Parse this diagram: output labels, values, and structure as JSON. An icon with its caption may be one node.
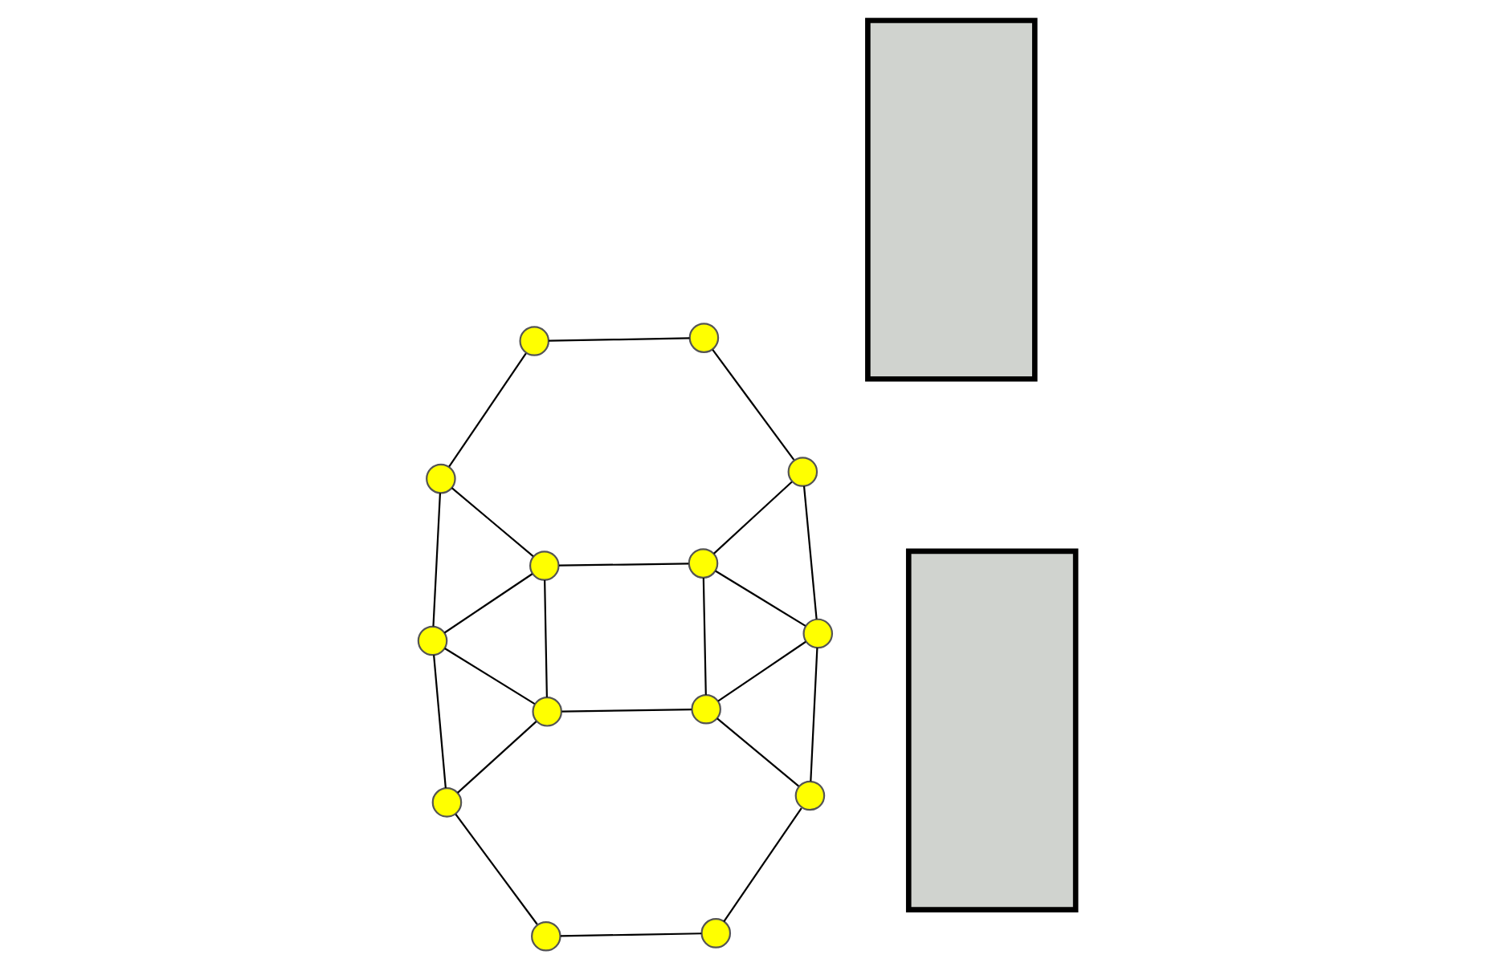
{
  "diagram": {
    "nodes": [
      {
        "text": [],
        "shape": "circle"
      },
      {
        "text": [],
        "shape": "circle"
      },
      {
        "text": [],
        "shape": "circle"
      },
      {
        "text": [],
        "shape": "circle"
      },
      {
        "text": [],
        "shape": "box"
      },
      {
        "text": [],
        "shape": "circle"
      },
      {
        "text": [],
        "shape": "circle"
      },
      {
        "text": [],
        "shape": "box"
      },
      {
        "text": [],
        "shape": "circle"
      },
      {
        "text": [],
        "shape": "circle"
      },
      {
        "text": [],
        "shape": "circle"
      },
      {
        "text": [],
        "shape": "circle"
      },
      {
        "text": [],
        "shape": "circle"
      },
      {
        "text": [],
        "shape": "circle"
      },
      {
        "text": [],
        "shape": "circle"
      },
      {
        "text": [],
        "shape": "circle"
      }
    ],
    "edges": [
      {
        "from": 0,
        "to": 1,
        "arrow": "none"
      },
      {
        "from": 1,
        "to": 2,
        "arrow": "none"
      },
      {
        "from": 0,
        "to": 3,
        "arrow": "none"
      },
      {
        "from": 0,
        "to": 5,
        "arrow": "none"
      },
      {
        "from": 1,
        "to": 5,
        "arrow": "none"
      },
      {
        "from": 1,
        "to": 6,
        "arrow": "none"
      },
      {
        "from": 2,
        "to": 6,
        "arrow": "none"
      },
      {
        "from": 2,
        "to": 8,
        "arrow": "none"
      },
      {
        "from": 3,
        "to": 9,
        "arrow": "none"
      },
      {
        "from": 5,
        "to": 6,
        "arrow": "none"
      },
      {
        "from": 5,
        "to": 10,
        "arrow": "none"
      },
      {
        "from": 6,
        "to": 11,
        "arrow": "none"
      },
      {
        "from": 8,
        "to": 12,
        "arrow": "none"
      },
      {
        "from": 10,
        "to": 11,
        "arrow": "none"
      },
      {
        "from": 9,
        "to": 13,
        "arrow": "none"
      },
      {
        "from": 10,
        "to": 13,
        "arrow": "none"
      },
      {
        "from": 10,
        "to": 14,
        "arrow": "none"
      },
      {
        "from": 11,
        "to": 14,
        "arrow": "none"
      },
      {
        "from": 11,
        "to": 15,
        "arrow": "none"
      },
      {
        "from": 12,
        "to": 15,
        "arrow": "none"
      },
      {
        "from": 13,
        "to": 14,
        "arrow": "none"
      },
      {
        "from": 14,
        "to": 15,
        "arrow": "none"
      }
    ]
  }
}
